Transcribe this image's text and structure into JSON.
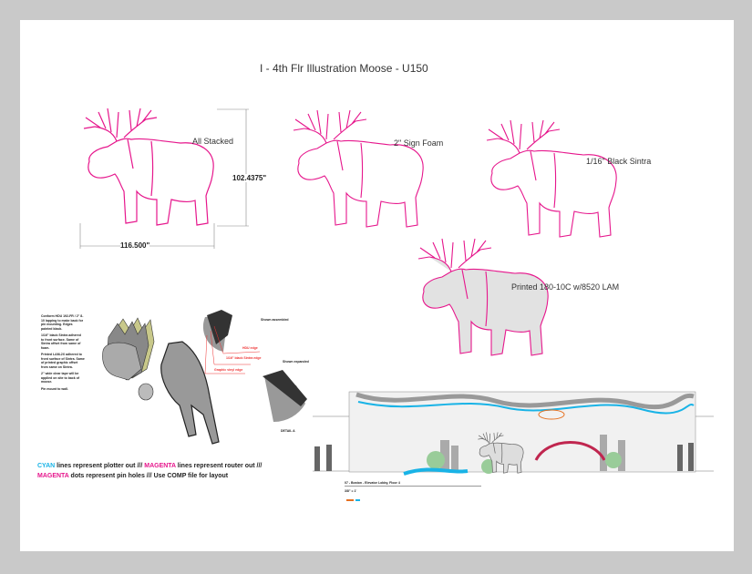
{
  "title": "I - 4th Flr Illustration Moose - U150",
  "views": [
    {
      "label": "All Stacked"
    },
    {
      "label": "2\" Sign Foam"
    },
    {
      "label": "1/16\" Black Sintra"
    },
    {
      "label": "Printed 180-10C w/8520 LAM"
    }
  ],
  "dimensions": {
    "height": "102.4375\"",
    "width": "116.500\""
  },
  "detail": {
    "notes": [
      "Conform HDU 192-FR / 2\" 8-10 lapping to make back for pin mounting. Edges painted black.",
      "1/16\" black Sintra adhered to front surface. Same of Sintra offset from same of foam.",
      "Printed LAM-2X adhered to front surface of Sintra. Same of printed graphic offset from same on Sintra.",
      "2\" wide clear tape will be applied on site to back of moose.",
      "Pin mount to wall."
    ],
    "callouts": [
      "Shown assembled",
      "Shown expanded",
      "HDU edge",
      "1/16\" black Sintra edge",
      "Graphic vinyl edge"
    ],
    "label": "DETAIL A"
  },
  "legend": {
    "line1": [
      {
        "text": "CYAN",
        "color": "#19b3e6"
      },
      {
        "text": " lines represent plotter out  ///  "
      },
      {
        "text": "MAGENTA",
        "color": "#e6168c"
      },
      {
        "text": " lines represent router out  ///"
      }
    ],
    "line2": [
      {
        "text": "MAGENTA",
        "color": "#e6168c"
      },
      {
        "text": " dots represent pin holes  ///  Use COMP file for layout"
      }
    ]
  },
  "elevation": {
    "caption": "07 - Boston - Elevator Lobby, Floor 4",
    "scale": "3/8\" = 1'"
  },
  "colors": {
    "router": "#e6168c",
    "plotter": "#19b3e6",
    "background": "#c9c9c9"
  }
}
